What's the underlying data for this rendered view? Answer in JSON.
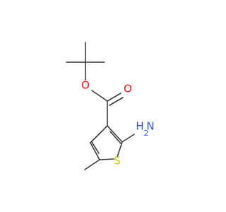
{
  "molecule": {
    "atoms": {
      "oxygen_ether": {
        "label": "O",
        "color": "#ff0d0d"
      },
      "oxygen_carbonyl": {
        "label": "O",
        "color": "#ff0d0d"
      },
      "sulfur": {
        "label": "S",
        "color": "#c6c600"
      },
      "amine_nitrogen": {
        "label": "N",
        "color": "#3050f8"
      },
      "amine_h": {
        "label": "H",
        "color": "#3050f8"
      },
      "amine_h_count": {
        "label": "2",
        "color": "#3050f8"
      }
    },
    "colors": {
      "bond": "#3c3c3c",
      "background": "#ffffff"
    }
  }
}
